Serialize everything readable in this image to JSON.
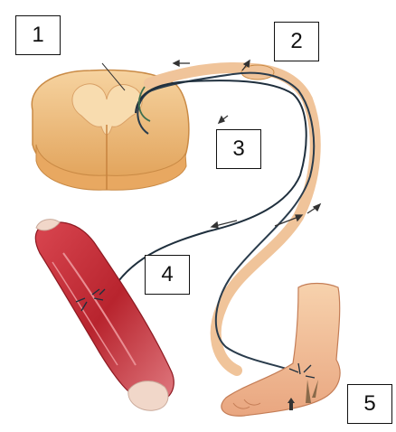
{
  "labels": {
    "spinal_cord": "1",
    "sensory_ganglion": "2",
    "interneuron_zone": "3",
    "motor_ending": "4",
    "receptor": "5"
  },
  "colors": {
    "cord_outer": "#f2c58a",
    "cord_inner": "#e7a95e",
    "muscle": "#c8323a",
    "muscle_light": "#e8868a",
    "skin": "#f3c59a",
    "sensory_nerve": "#2a3c4c",
    "motor_nerve": "#1f2f3d",
    "nerve_sheath": "#f0c49a"
  }
}
